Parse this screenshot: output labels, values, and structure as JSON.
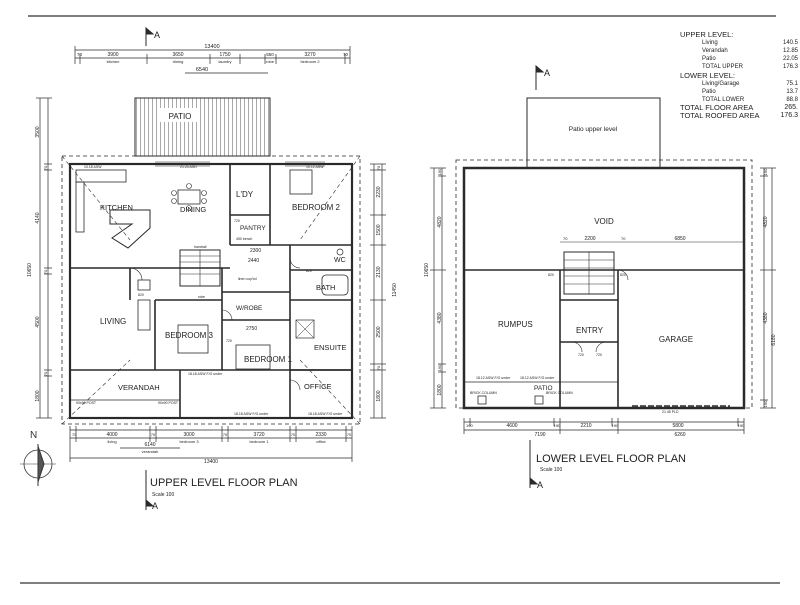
{
  "sheet": {
    "border_color": "#333333",
    "line_color": "#2a2a2a"
  },
  "area_schedule": {
    "upper_heading": "UPPER LEVEL:",
    "upper_items": [
      {
        "label": "Living",
        "value": "140.5"
      },
      {
        "label": "Verandah",
        "value": "12.85"
      },
      {
        "label": "Patio",
        "value": "22.05"
      },
      {
        "label": "TOTAL UPPER",
        "value": "176.3"
      }
    ],
    "lower_heading": "LOWER LEVEL:",
    "lower_items": [
      {
        "label": "Living/Garage",
        "value": "75.1"
      },
      {
        "label": "Patio",
        "value": "13.7"
      },
      {
        "label": "TOTAL LOWER",
        "value": "88.8"
      }
    ],
    "totals": [
      {
        "label": "TOTAL FLOOR AREA",
        "value": "265."
      },
      {
        "label": "TOTAL ROOFED AREA",
        "value": "176.3"
      }
    ]
  },
  "section_marker": "A",
  "north": "N",
  "upper_plan": {
    "title": "UPPER LEVEL FLOOR PLAN",
    "scale": "Scale 100",
    "rooms": {
      "patio": "PATIO",
      "kitchen": "KITCHEN",
      "dining": "DINING",
      "laundry": "L'DY",
      "pantry": "PANTRY",
      "bedroom2": "BEDROOM 2",
      "living": "LIVING",
      "bedroom3": "BEDROOM 3",
      "wrobe": "W/ROBE",
      "bath": "BATH",
      "wc": "WC",
      "ensuite": "ENSUITE",
      "bedroom1": "BEDROOM 1",
      "office": "OFFICE",
      "verandah": "VERANDAH"
    },
    "top_dims": [
      "70",
      "3900",
      "3650",
      "1750",
      "550",
      "3270",
      "70"
    ],
    "top_labels": [
      "kitchen",
      "dining",
      "laundry",
      "robe",
      "bedroom 2"
    ],
    "overall": "13400",
    "sub_overall": "6540",
    "bottom_dims": [
      "70",
      "4000",
      "70",
      "3000",
      "70",
      "3720",
      "70",
      "2330",
      "70"
    ],
    "bottom_labels": [
      "living",
      "bedroom 3",
      "bedroom 1",
      "office"
    ],
    "bottom_sub": "6140",
    "bottom_sub_label": "verandah",
    "left_dims": [
      "3500",
      "70",
      "4140",
      "70",
      "4500",
      "70",
      "1800"
    ],
    "left_overall": "10650",
    "right_dims": [
      "70",
      "2230",
      "1500",
      "2130",
      "2500",
      "70",
      "1800"
    ],
    "right_overall": "11450",
    "inner_dims": [
      "2300",
      "2440",
      "2750"
    ],
    "notes": [
      "10.18 ASW",
      "10.12 ASW",
      "21.24 ASD",
      "18.18 ASW F/G under",
      "18.18 ASW F/G under",
      "18.18 ASW F/G under",
      "90x90 POST",
      "90x90 POST",
      "handrail",
      "robe",
      "linen cup'bd",
      "450 bench",
      "720",
      "820",
      "720",
      "820"
    ]
  },
  "lower_plan": {
    "title": "LOWER LEVEL FLOOR PLAN",
    "scale": "Scale 100",
    "rooms": {
      "patio_upper": "Patio upper level",
      "void": "VOID",
      "rumpus": "RUMPUS",
      "entry": "ENTRY",
      "garage": "GARAGE",
      "patio": "PATIO"
    },
    "inner_dims": [
      "70",
      "2200",
      "70",
      "6850"
    ],
    "bottom_dims": [
      "190",
      "4600",
      "190",
      "2210",
      "190",
      "5800",
      "190"
    ],
    "bottom_sub": [
      "7190",
      "6260"
    ],
    "left_dims": [
      "190",
      "4820",
      "10650",
      "4380",
      "190",
      "1800"
    ],
    "right_dims": [
      "190",
      "4820",
      "4380",
      "190",
      "6180"
    ],
    "notes": [
      "18.12 ASW F/G under",
      "18.12 ASW F/G under",
      "21.45 PLD",
      "BRICK COLUMN",
      "BRICK COLUMN",
      "720",
      "720",
      "820",
      "820"
    ]
  }
}
